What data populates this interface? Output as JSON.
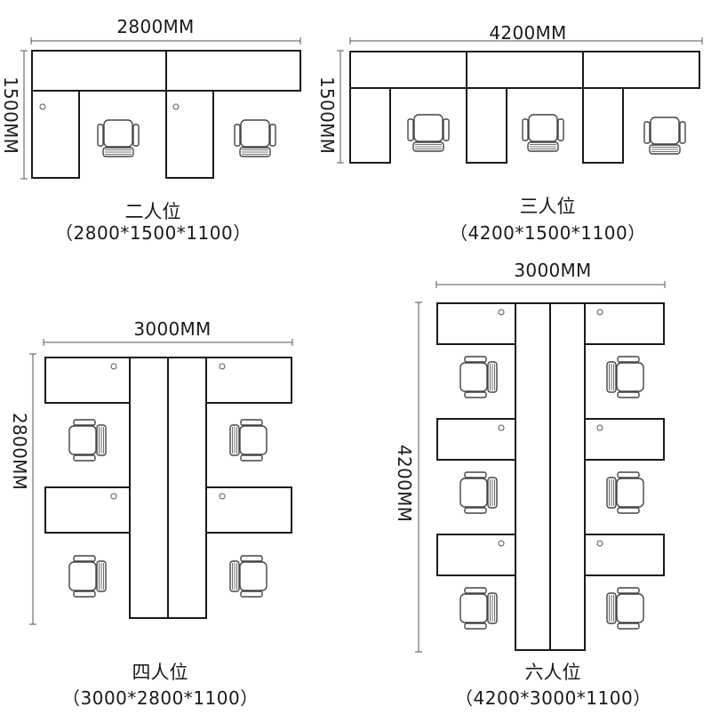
{
  "colors": {
    "line": "#1a1a1a",
    "chair": "#444444",
    "background": "#ffffff"
  },
  "layouts": [
    {
      "id": "two",
      "title": "二人位",
      "spec": "（2800*1500*1100）",
      "width_label": "2800MM",
      "depth_label": "1500MM",
      "seats": 2
    },
    {
      "id": "three",
      "title": "三人位",
      "spec": "（4200*1500*1100）",
      "width_label": "4200MM",
      "depth_label": "1500MM",
      "seats": 3
    },
    {
      "id": "four",
      "title": "四人位",
      "spec": "（3000*2800*1100）",
      "width_label": "3000MM",
      "depth_label": "2800MM",
      "seats": 4
    },
    {
      "id": "six",
      "title": "六人位",
      "spec": "（4200*3000*1100）",
      "width_label": "3000MM",
      "depth_label": "4200MM",
      "seats": 6
    }
  ]
}
